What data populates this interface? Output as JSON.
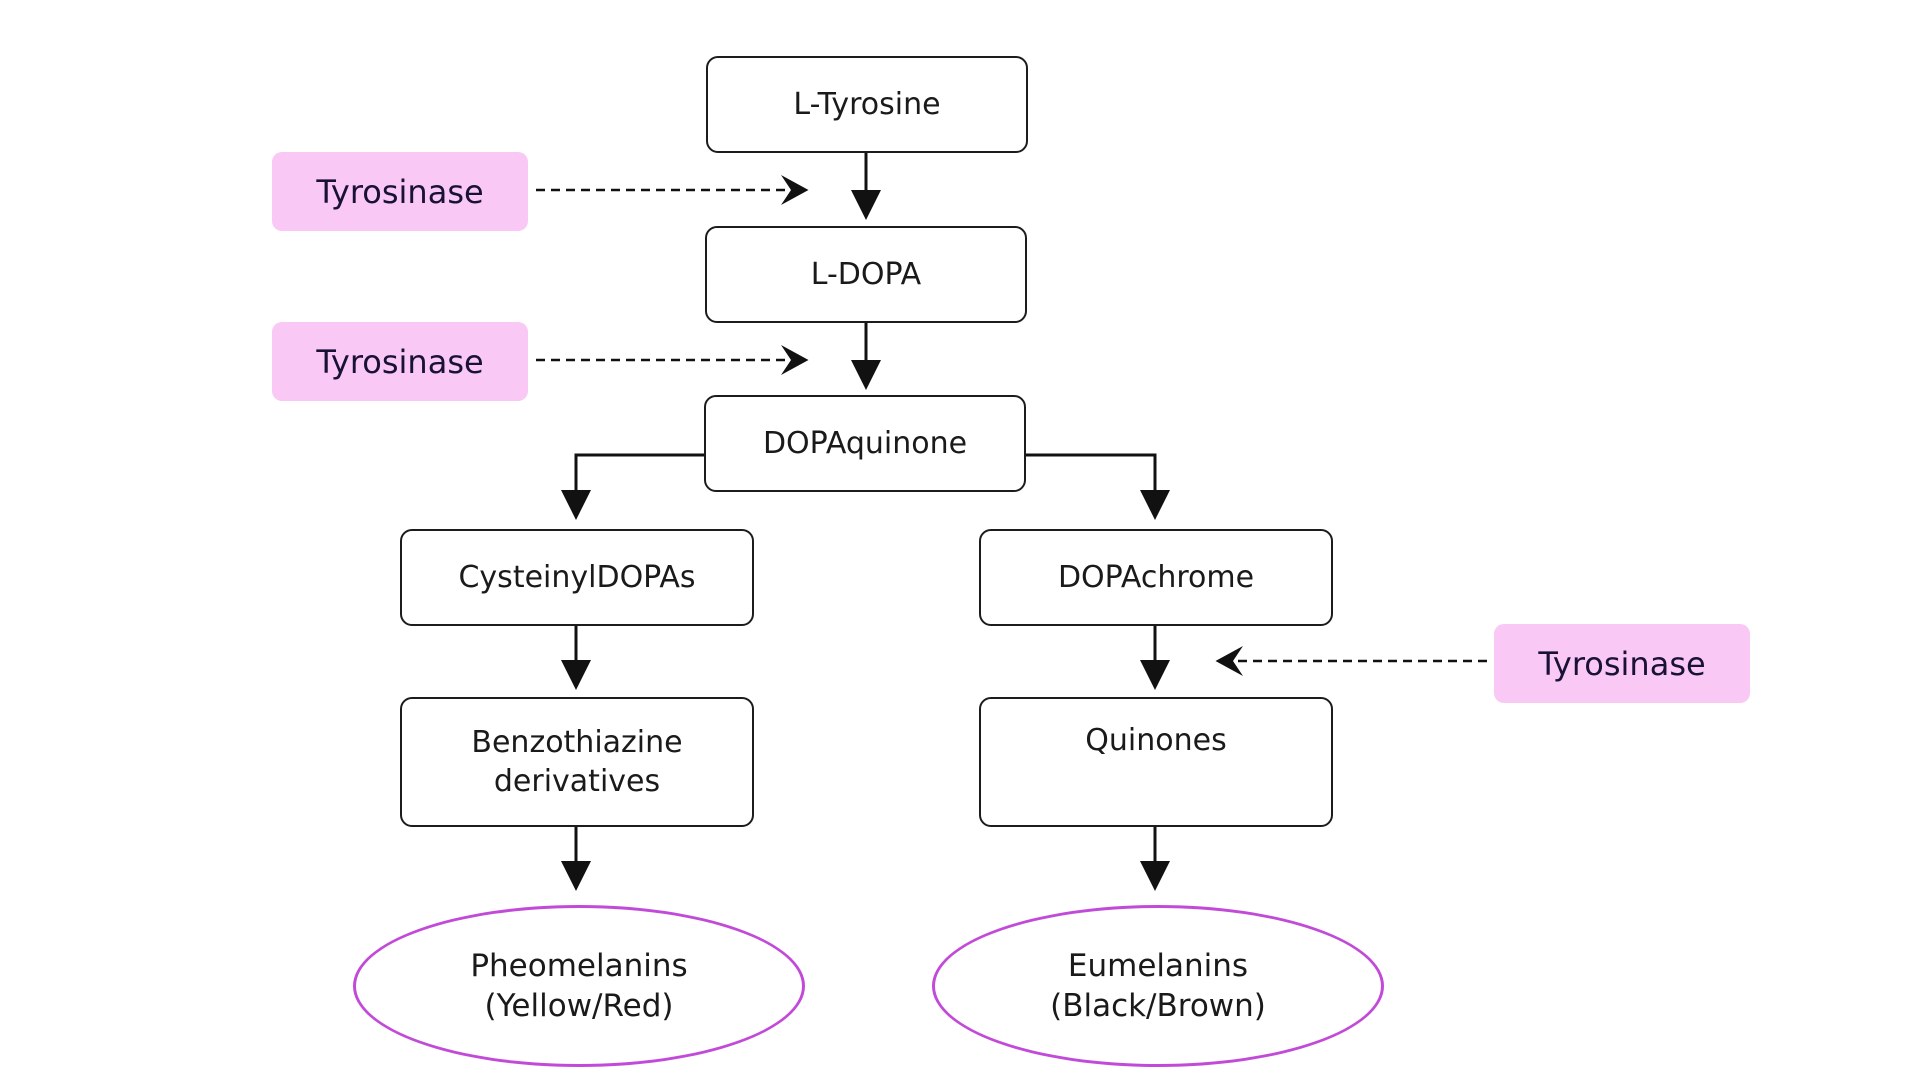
{
  "nodes": {
    "l_tyrosine": "L-Tyrosine",
    "l_dopa": "L-DOPA",
    "dopaquinone": "DOPAquinone",
    "cysteinyl_dopas": "CysteinylDOPAs",
    "dopachrome": "DOPAchrome",
    "benzothiazine_line1": "Benzothiazine",
    "benzothiazine_line2": "derivatives",
    "quinones": "Quinones"
  },
  "products": {
    "pheomelanins_name": "Pheomelanins",
    "pheomelanins_color": "(Yellow/Red)",
    "eumelanins_name": "Eumelanins",
    "eumelanins_color": "(Black/Brown)"
  },
  "enzymes": {
    "enzyme_1": "Tyrosinase",
    "enzyme_2": "Tyrosinase",
    "enzyme_3": "Tyrosinase"
  },
  "colors": {
    "enzyme_fill": "#f9c8f5",
    "product_outline": "#c24ad8",
    "box_border": "#1c1c1c"
  }
}
